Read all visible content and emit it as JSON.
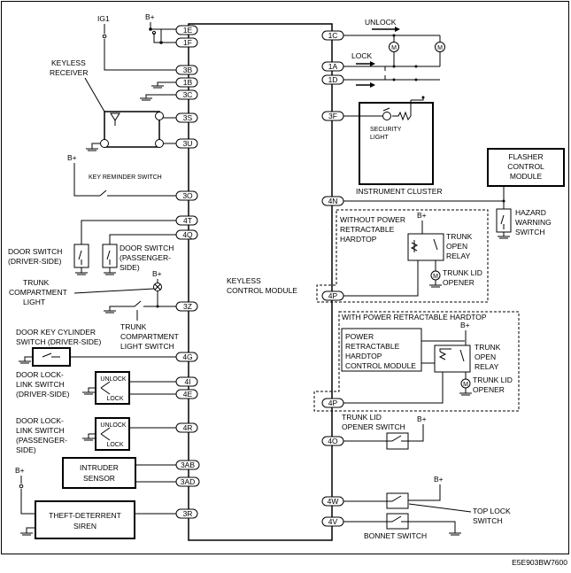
{
  "module": {
    "line1": "KEYLESS",
    "line2": "CONTROL MODULE"
  },
  "pins_left": {
    "p1E": "1E",
    "p1F": "1F",
    "p3B": "3B",
    "p1Bb": "1B",
    "p3C": "3C",
    "p3S": "3S",
    "p3U": "3U",
    "p3O": "3O",
    "p4T": "4T",
    "p4Q": "4Q",
    "p3Z": "3Z",
    "p4G": "4G",
    "p4I": "4I",
    "p4E": "4E",
    "p4R": "4R",
    "p3AB": "3AB",
    "p3AD": "3AD",
    "p3R": "3R"
  },
  "pins_right": {
    "p1C": "1C",
    "p1A": "1A",
    "p1D": "1D",
    "p3F": "3F",
    "p4N": "4N",
    "p4Pa": "4P",
    "p4Pb": "4P",
    "p4O": "4O",
    "p4W": "4W",
    "p4V": "4V"
  },
  "supply": {
    "ig1": "IG1",
    "bplus": "B+"
  },
  "left": {
    "receiver": [
      "KEYLESS",
      "RECEIVER"
    ],
    "key_reminder": "KEY REMINDER SWITCH",
    "door_driver": [
      "DOOR SWITCH",
      "(DRIVER-SIDE)"
    ],
    "door_pass": [
      "DOOR SWITCH",
      "(PASSENGER-",
      "SIDE)"
    ],
    "trunk_light": [
      "TRUNK",
      "COMPARTMENT",
      "LIGHT"
    ],
    "trunk_light_sw": [
      "TRUNK",
      "COMPARTMENT",
      "LIGHT SWITCH"
    ],
    "key_cyl": [
      "DOOR KEY CYLINDER",
      "SWITCH (DRIVER-SIDE)"
    ],
    "lock_link_driver": [
      "DOOR LOCK-",
      "LINK SWITCH",
      "(DRIVER-SIDE)"
    ],
    "lock_link_pass": [
      "DOOR LOCK-",
      "LINK SWITCH",
      "(PASSENGER-",
      "SIDE)"
    ],
    "unlock": "UNLOCK",
    "lock": "LOCK",
    "intruder": [
      "INTRUDER",
      "SENSOR"
    ],
    "siren": [
      "THEFT-DETERRENT",
      "SIREN"
    ]
  },
  "right": {
    "unlock": "UNLOCK",
    "lock": "LOCK",
    "security_light": [
      "SECURITY",
      "LIGHT"
    ],
    "cluster": "INSTRUMENT CLUSTER",
    "flasher": [
      "FLASHER",
      "CONTROL",
      "MODULE"
    ],
    "hazard": [
      "HAZARD",
      "WARNING",
      "SWITCH"
    ],
    "without": [
      "WITHOUT POWER",
      "RETRACTABLE",
      "HARDTOP"
    ],
    "trunk_relay": [
      "TRUNK",
      "OPEN",
      "RELAY"
    ],
    "trunk_opener": [
      "TRUNK LID",
      "OPENER"
    ],
    "with": "WITH POWER RETRACTABLE HARDTOP",
    "prht": [
      "POWER",
      "RETRACTABLE",
      "HARDTOP",
      "CONTROL MODULE"
    ],
    "opener_switch": [
      "TRUNK LID",
      "OPENER SWITCH"
    ],
    "top_lock": [
      "TOP LOCK",
      "SWITCH"
    ],
    "bonnet": "BONNET SWITCH",
    "motor": "M"
  },
  "code": "E5E903BW7600"
}
